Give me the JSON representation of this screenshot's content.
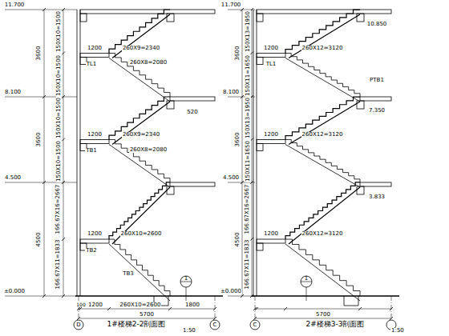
{
  "diagram": {
    "labels": [
      "11.700",
      "8.100",
      "4.500",
      "±0.000",
      "3600",
      "3600",
      "4500",
      "150X10=1500",
      "150X10=1500",
      "150X10=1500",
      "150X10=1500",
      "166.67X16=2667",
      "166.67X11=1833",
      "1200",
      "260X9=2340",
      "260X8=2080",
      "1200",
      "260X9=2340",
      "260X8=2080",
      "520",
      "1200",
      "260X10=2600",
      "TL1",
      "TB1",
      "TB2",
      "TB3",
      "1",
      "100",
      "1200",
      "260X10=2600",
      "1800",
      "5700",
      "D",
      "C",
      "1#楼梯2-2剖面图",
      "1:50",
      "11.700",
      "8.100",
      "4.500",
      "±0.000",
      "3600",
      "3600",
      "4500",
      "150X13=1950",
      "150X11=1650",
      "150X13=1950",
      "150X11=1650",
      "166.67X16=2667",
      "166.67X11=1833",
      "10.850",
      "1200",
      "260X12=3120",
      "TL1",
      "7.350",
      "1200",
      "260X12=3120",
      "3.833",
      "1200",
      "260X12=3120",
      "PTB1",
      "1",
      "5700",
      "C",
      "2#楼梯3-3剖面图",
      "1:50"
    ]
  }
}
